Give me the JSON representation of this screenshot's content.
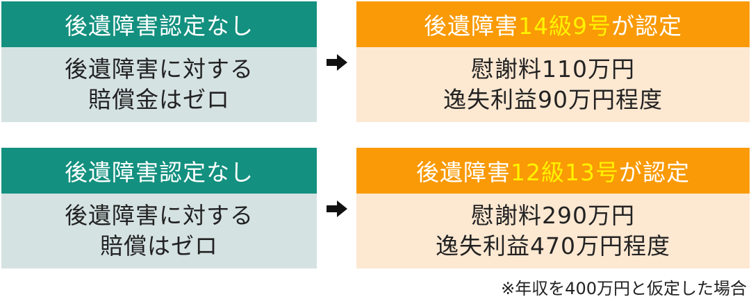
{
  "rows": [
    {
      "left": {
        "header": "後遺障害認定なし",
        "lines": [
          "後遺障害に対する",
          "賠償金はゼロ"
        ]
      },
      "right": {
        "header_prefix": "後遺障害",
        "header_highlight": "14級9号",
        "header_suffix": "が認定",
        "lines": [
          "慰謝料110万円",
          "逸失利益90万円程度"
        ]
      }
    },
    {
      "left": {
        "header": "後遺障害認定なし",
        "lines": [
          "後遺障害に対する",
          "賠償はゼロ"
        ]
      },
      "right": {
        "header_prefix": "後遺障害",
        "header_highlight": "12級13号",
        "header_suffix": "が認定",
        "lines": [
          "慰謝料290万円",
          "逸失利益470万円程度"
        ]
      }
    }
  ],
  "footnote": "※年収を400万円と仮定した場合",
  "colors": {
    "header_green": "#13907f",
    "header_orange": "#f99a06",
    "body_grey": "#d5e2e2",
    "body_peach": "#fde8d2",
    "highlight_yellow": "#fff200"
  },
  "icons": {
    "arrow": "right-arrow-icon"
  }
}
